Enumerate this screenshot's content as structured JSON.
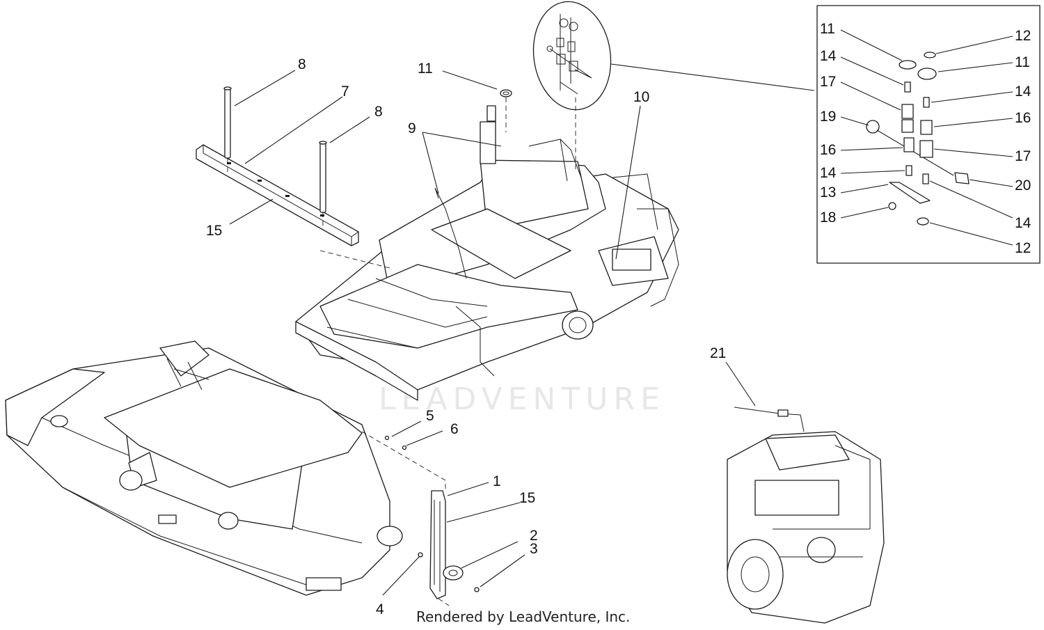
{
  "watermark": "LEADVENTURE",
  "credit": "Rendered by LeadVenture, Inc.",
  "callouts": {
    "c1": "1",
    "c2": "2",
    "c3": "3",
    "c4": "4",
    "c5": "5",
    "c6": "6",
    "c7": "7",
    "c8a": "8",
    "c8b": "8",
    "c9": "9",
    "c10": "10",
    "c11": "11",
    "c15a": "15",
    "c15b": "15",
    "c21": "21"
  },
  "inset": {
    "left": [
      "11",
      "14",
      "17",
      "19",
      "16",
      "14",
      "13",
      "18"
    ],
    "right": [
      "12",
      "11",
      "14",
      "16",
      "17",
      "20",
      "14",
      "12"
    ]
  }
}
